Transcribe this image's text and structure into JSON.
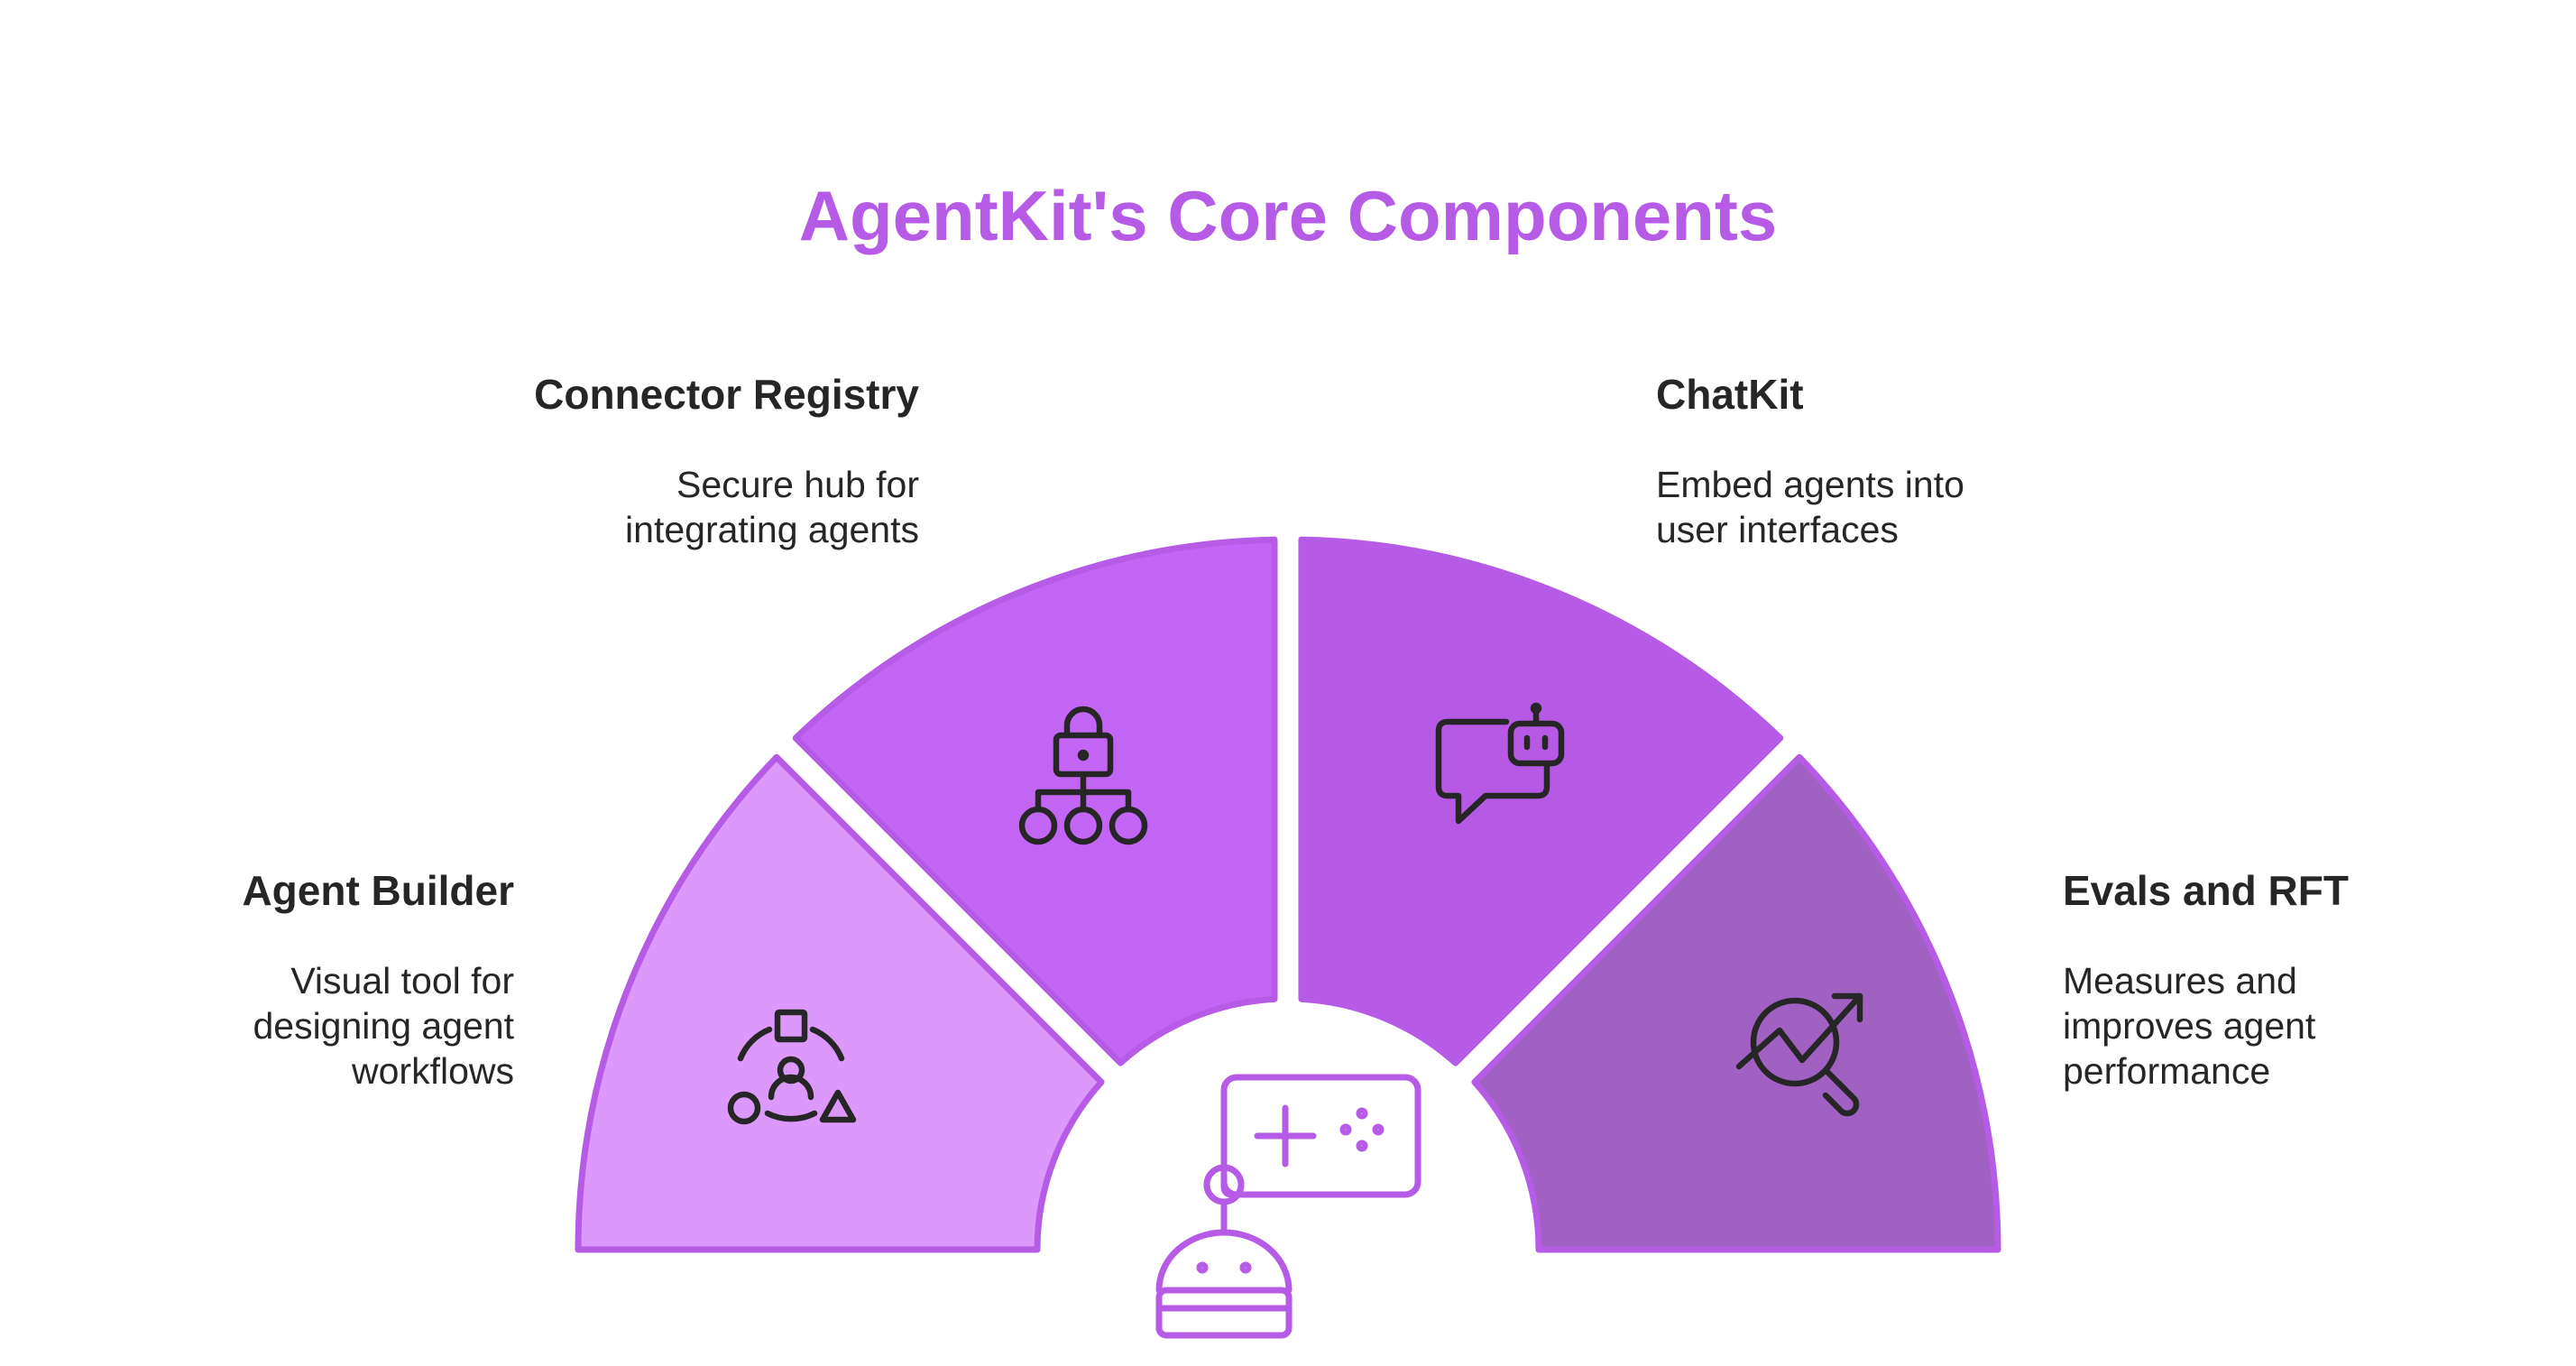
{
  "title": "AgentKit's Core Components",
  "colors": {
    "title": "#b55be6",
    "text": "#262626",
    "agent_builder_fill": "#dd98fc",
    "connector_registry_fill": "#c366f5",
    "chatkit_fill": "#b659e4",
    "evals_fill": "#a061c2",
    "outline": "#b55be6"
  },
  "components": [
    {
      "id": "agent_builder",
      "heading": "Agent Builder",
      "desc": [
        "Visual tool for",
        "designing agent",
        "workflows"
      ],
      "icon": "shapes-user-icon"
    },
    {
      "id": "connector_registry",
      "heading": "Connector Registry",
      "desc": [
        "Secure hub for",
        "integrating agents"
      ],
      "icon": "secure-network-icon"
    },
    {
      "id": "chatkit",
      "heading": "ChatKit",
      "desc": [
        "Embed agents into",
        "user interfaces"
      ],
      "icon": "chat-bot-icon"
    },
    {
      "id": "evals_rft",
      "heading": "Evals and RFT",
      "desc": [
        "Measures and",
        "improves agent",
        "performance"
      ],
      "icon": "trend-magnifier-icon"
    }
  ],
  "center_icon": "robot-gamepad-icon"
}
